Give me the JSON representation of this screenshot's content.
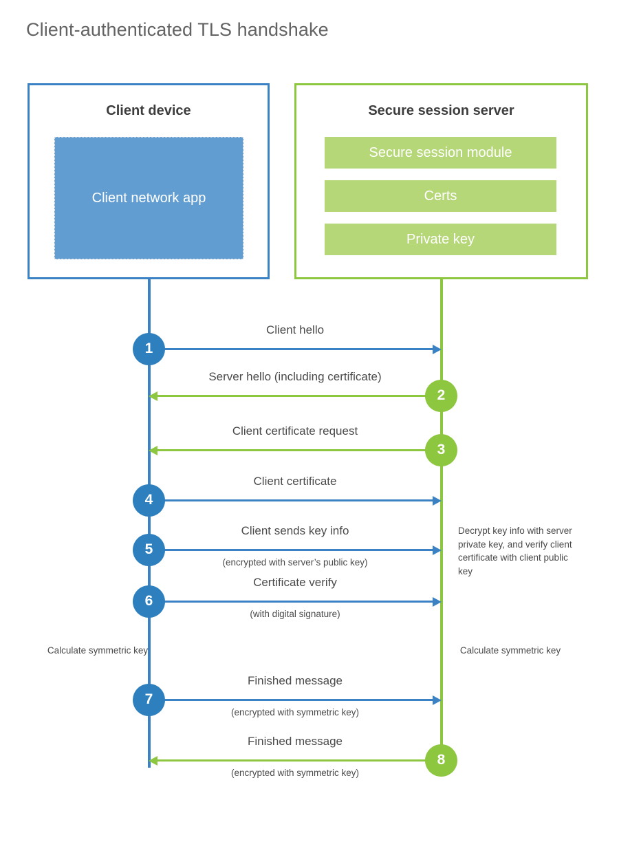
{
  "title": "Client-authenticated TLS handshake",
  "colors": {
    "blue_border": "#3b82c4",
    "blue_fill": "#629dd1",
    "blue_circle": "#2d7fbe",
    "green_border": "#8dc63f",
    "green_bar": "#b5d778",
    "green_circle": "#8dc63f",
    "text": "#4a4a4a",
    "title_text": "#636363"
  },
  "parties": {
    "client": {
      "title": "Client device",
      "app_label": "Client network app"
    },
    "server": {
      "title": "Secure session server",
      "components": [
        "Secure session module",
        "Certs",
        "Private key"
      ]
    }
  },
  "steps": [
    {
      "number": "1",
      "direction": "client-to-server",
      "label": "Client hello",
      "sublabel": ""
    },
    {
      "number": "2",
      "direction": "server-to-client",
      "label": "Server hello (including certificate)",
      "sublabel": ""
    },
    {
      "number": "3",
      "direction": "server-to-client",
      "label": "Client certificate request",
      "sublabel": ""
    },
    {
      "number": "4",
      "direction": "client-to-server",
      "label": "Client certificate",
      "sublabel": ""
    },
    {
      "number": "5",
      "direction": "client-to-server",
      "label": "Client sends key info",
      "sublabel": "(encrypted with server’s public key)"
    },
    {
      "number": "6",
      "direction": "client-to-server",
      "label": "Certificate verify",
      "sublabel": "(with digital signature)"
    },
    {
      "number": "7",
      "direction": "client-to-server",
      "label": "Finished message",
      "sublabel": "(encrypted with symmetric key)"
    },
    {
      "number": "8",
      "direction": "server-to-client",
      "label": "Finished message",
      "sublabel": "(encrypted with symmetric key)"
    }
  ],
  "annotations": {
    "server_decrypt": "Decrypt key info with server private key, and verify client certificate with client public key",
    "client_calculate": "Calculate symmetric key",
    "server_calculate": "Calculate symmetric key"
  }
}
